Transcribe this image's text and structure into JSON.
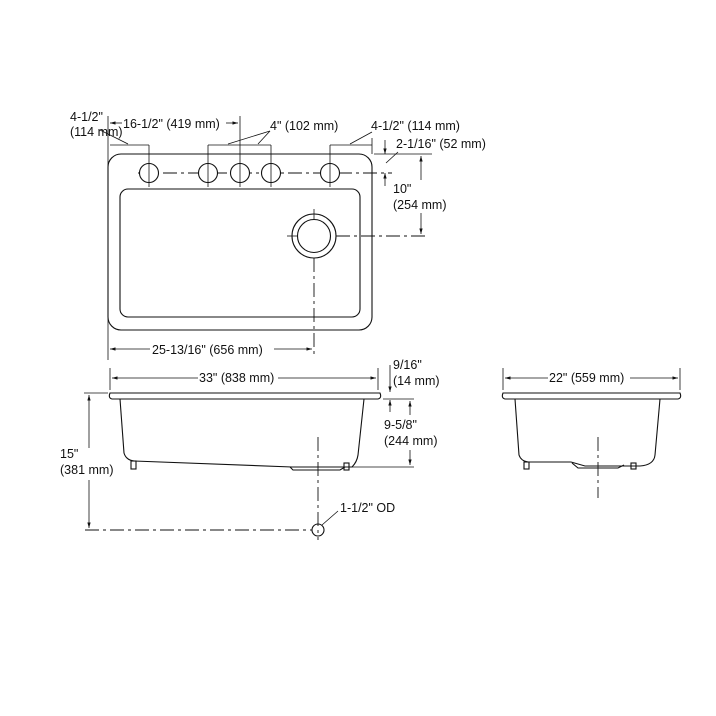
{
  "top_view": {
    "left_edge_offset": {
      "inch": "4-1/2\"",
      "mm": "(114 mm)"
    },
    "hole_span": "16-1/2\" (419 mm)",
    "hole_spacing": "4\" (102 mm)",
    "right_edge_offset": "4-1/2\" (114 mm)",
    "hole_from_edge": "2-1/16\" (52 mm)",
    "drain_depth": {
      "inch": "10\"",
      "mm": "(254 mm)"
    },
    "drain_from_left": "25-13/16\" (656 mm)"
  },
  "front_view": {
    "width": "33\" (838 mm)",
    "rim_thickness": {
      "inch": "9/16\"",
      "mm": "(14 mm)"
    },
    "bowl_depth": {
      "inch": "9-5/8\"",
      "mm": "(244 mm)"
    },
    "overall_height": {
      "inch": "15\"",
      "mm": "(381 mm)"
    },
    "drain_outlet": "1-1/2\" OD"
  },
  "side_view": {
    "depth": "22\" (559 mm)"
  }
}
